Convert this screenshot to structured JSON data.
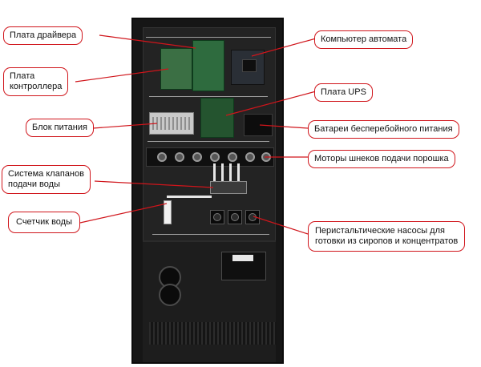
{
  "labels": {
    "driver_board": "Плата драйвера",
    "controller_board_line1": "Плата",
    "controller_board_line2": "контроллера",
    "power_supply": "Блок питания",
    "valve_system_line1": "Система клапанов",
    "valve_system_line2": "подачи воды",
    "water_meter": "Счетчик воды",
    "vending_computer": "Компьютер автомата",
    "ups_board": "Плата UPS",
    "ups_batteries": "Батареи бесперебойного питания",
    "auger_motors": "Моторы шнеков подачи порошка",
    "peristaltic_pumps_line1": "Перистальтические насосы для",
    "peristaltic_pumps_line2": "готовки из сиропов и концентратов"
  },
  "colors": {
    "callout_border": "#d0151b",
    "leader_line": "#d0151b",
    "cabinet": "#161616",
    "pcb_green": "#2e6b3e"
  }
}
